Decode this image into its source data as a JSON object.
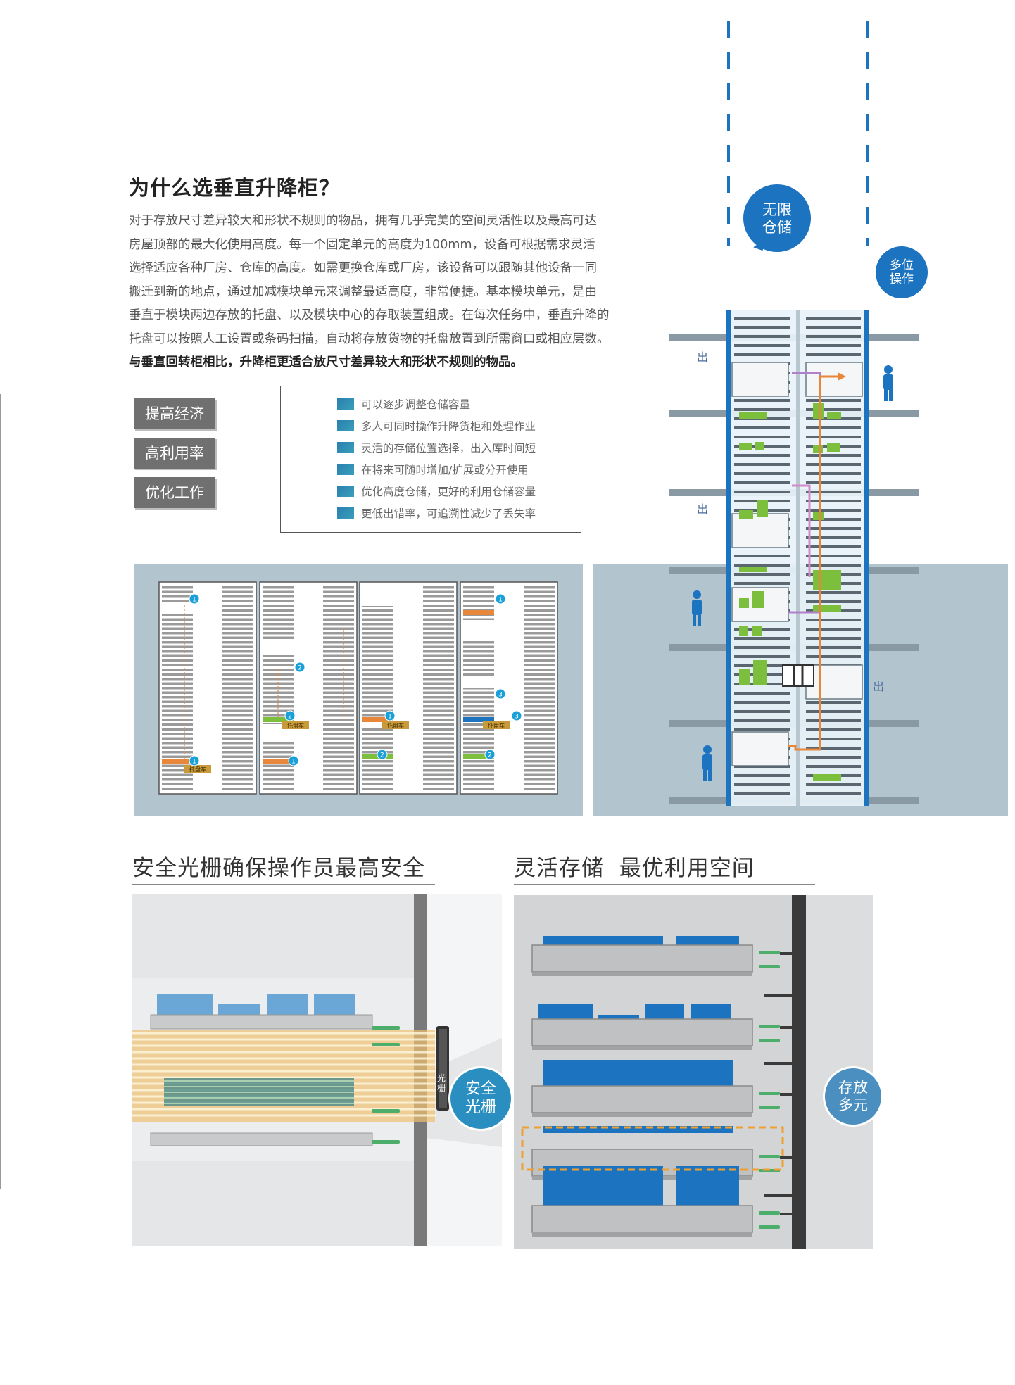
{
  "intro": {
    "heading": "为什么选垂直升降柜？",
    "lines": [
      "对于存放尺寸差异较大和形状不规则的物品，拥有几乎完美的空间灵活性以及最高可达",
      "房屋顶部的最大化使用高度。每一个固定单元的高度为100mm，设备可根据需求灵活",
      "选择适应各种厂房、仓库的高度。如需更换仓库或厂房，该设备可以跟随其他设备一同",
      "搬迁到新的地点，通过加减模块单元来调整最适高度，非常便捷。基本模块单元，是由",
      "垂直于模块两边存放的托盘、以及模块中心的存取装置组成。在每次任务中，垂直升降的",
      "托盘可以按照人工设置或条码扫描，自动将存放货物的托盘放置到所需窗口或相应层数。"
    ],
    "bold_line": "与垂直回转柜相比，升降柜更适合放尺寸差异较大和形状不规则的物品。"
  },
  "tags": [
    "提高经济",
    "高利用率",
    "优化工作"
  ],
  "features": [
    "可以逐步调整仓储容量",
    "多人可同时操作升降货柜和处理作业",
    "灵活的存储位置选择，出入库时间短",
    "在将来可随时增加/扩展或分开使用",
    "优化高度仓储，更好的利用仓储容量",
    "更低出错率，可追溯性减少了丢失率"
  ],
  "tower": {
    "bubble_infinite_1": "无限",
    "bubble_infinite_2": "仓储",
    "bubble_multi_1": "多位",
    "bubble_multi_2": "操作",
    "out_label": "出"
  },
  "diagram": {
    "tray_car": "托盘车",
    "steps": [
      "1",
      "2",
      "3"
    ]
  },
  "safety": {
    "title": "安全光栅确保操作员最高安全",
    "grating_label_1": "光",
    "grating_label_2": "栅",
    "bubble_1": "安全",
    "bubble_2": "光栅"
  },
  "storage": {
    "title": "灵活存储  最优利用空间",
    "bubble_1": "存放",
    "bubble_2": "多元"
  },
  "colors": {
    "blue": "#1c73c0",
    "light_blue": "#6aa7d6",
    "teal": "#2a8fc0",
    "green": "#7cbf3c",
    "orange": "#e8873a",
    "purple": "#b080c8",
    "grey": "#707070"
  }
}
